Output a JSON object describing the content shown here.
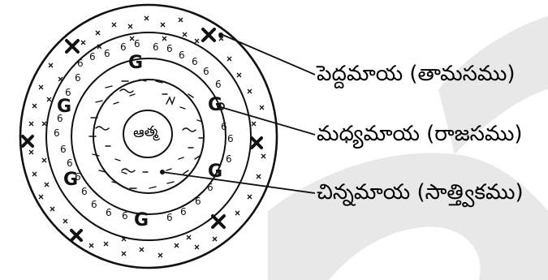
{
  "diagram": {
    "center_label": "ఆత్మ",
    "rings": [
      {
        "label": "పెద్దమాయ (తామసము)"
      },
      {
        "label": "మధ్యమాయ (రాజసము)"
      },
      {
        "label": "చిన్నమాయ (సాత్త్వికము)"
      }
    ]
  },
  "colors": {
    "ink": "#111111",
    "watermark": "#e8e8e8",
    "background": "#ffffff"
  }
}
